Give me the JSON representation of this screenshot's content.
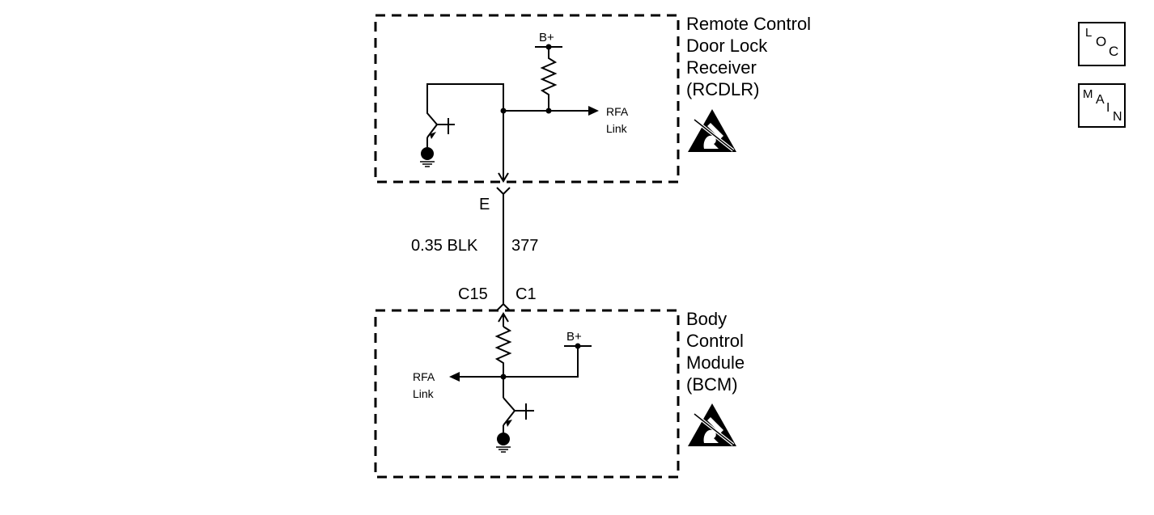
{
  "rcdlr": {
    "label_lines": [
      "Remote Control",
      "Door Lock",
      "Receiver",
      "(RCDLR)"
    ],
    "supply_label": "B+",
    "signal_label_lines": [
      "RFA",
      "Link"
    ]
  },
  "bcm": {
    "label_lines": [
      "Body",
      "Control",
      "Module",
      "(BCM)"
    ],
    "supply_label": "B+",
    "signal_label_lines": [
      "RFA",
      "Link"
    ]
  },
  "wire": {
    "rcdlr_connector_pin": "E",
    "gauge_color": "0.35 BLK",
    "circuit_number": "377",
    "bcm_connector": "C15",
    "bcm_connector_pin": "C1"
  },
  "nav": {
    "loc_letters": [
      "L",
      "O",
      "C"
    ],
    "main_letters": [
      "M",
      "A",
      "I",
      "N"
    ]
  },
  "icons": {
    "esd": "esd-warning-icon"
  }
}
